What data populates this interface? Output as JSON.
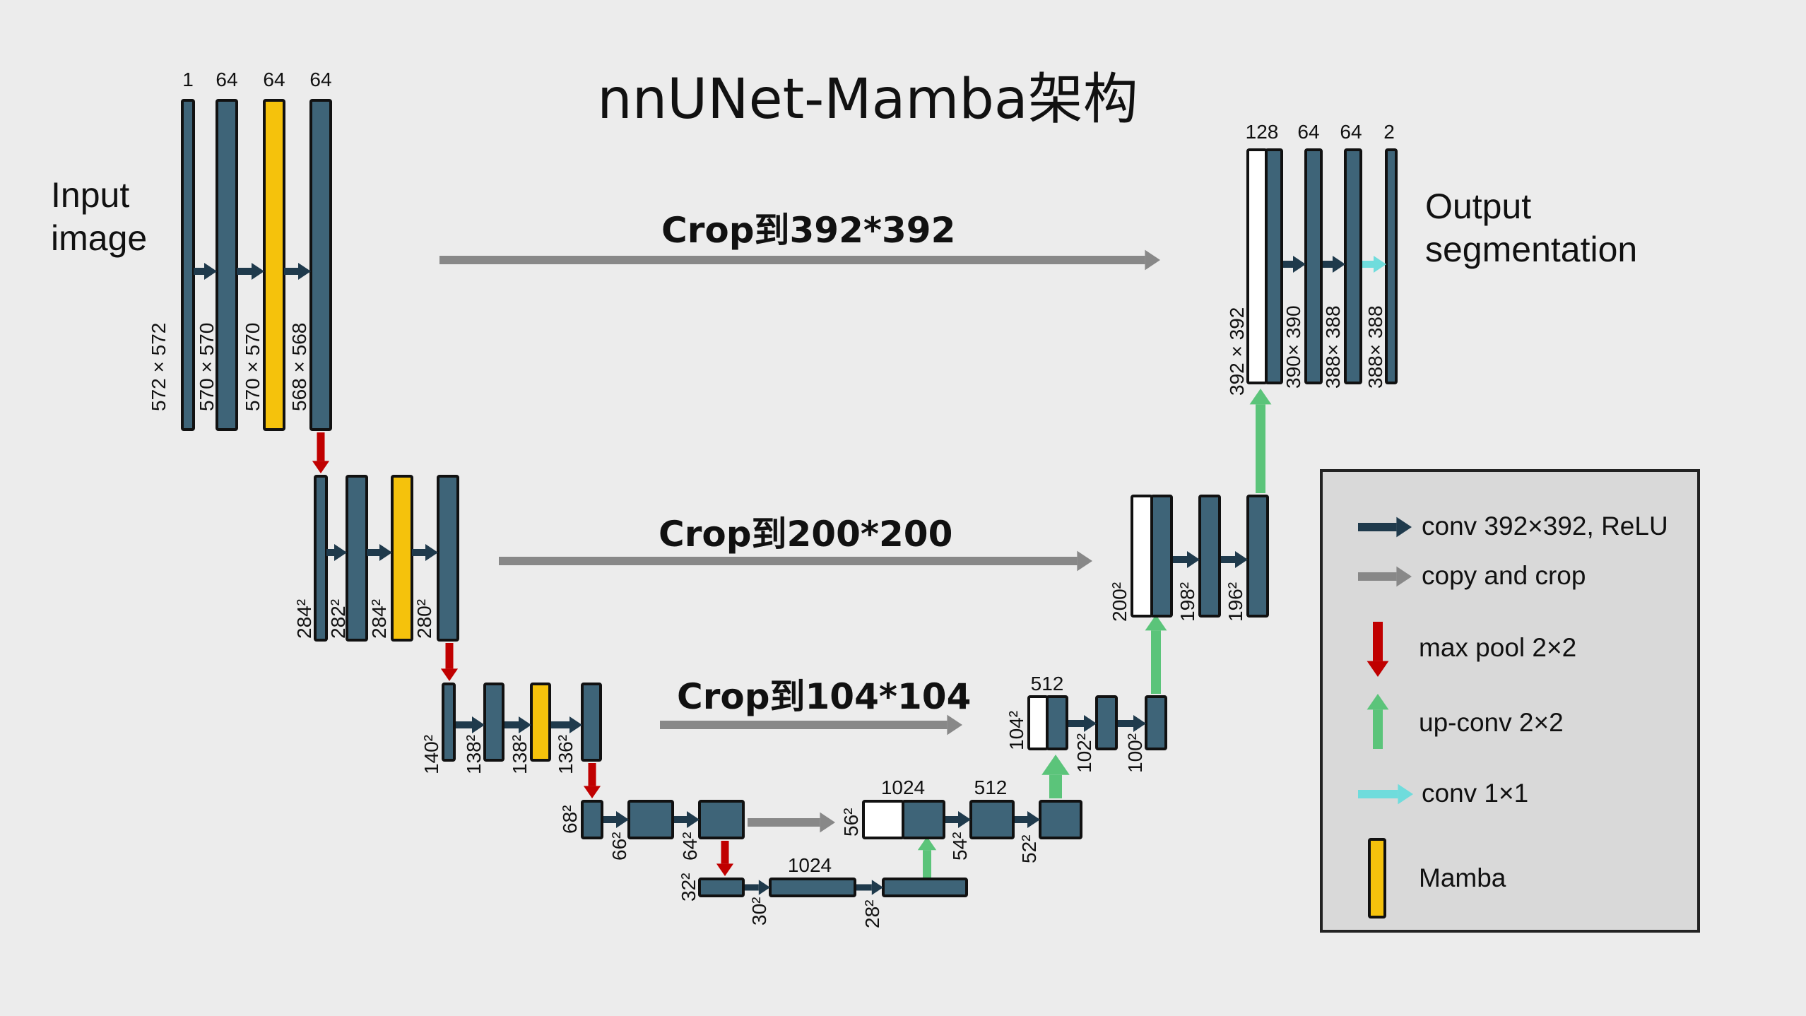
{
  "title": "nnUNet-Mamba架构",
  "input_label": [
    "Input",
    "image"
  ],
  "output_label": [
    "Output",
    "segmentation"
  ],
  "crop_labels": [
    "Crop到392*392",
    "Crop到200*200",
    "Crop到104*104"
  ],
  "colors": {
    "layer": "#3e6478",
    "mamba": "#f5c20c",
    "conv_arrow": "#1f3a4c",
    "copy_arrow": "#888888",
    "pool_arrow": "#c00000",
    "upconv_arrow": "#5bc47a",
    "conv1x1_arrow": "#6fdcdc"
  },
  "legend": {
    "items": [
      {
        "icon": "conv-arrow-icon",
        "label": "conv 392×392, ReLU"
      },
      {
        "icon": "copy-crop-arrow-icon",
        "label": "copy and crop"
      },
      {
        "icon": "max-pool-arrow-icon",
        "label": "max pool 2×2"
      },
      {
        "icon": "up-conv-arrow-icon",
        "label": "up-conv 2×2"
      },
      {
        "icon": "conv-1x1-arrow-icon",
        "label": "conv 1×1"
      },
      {
        "icon": "mamba-block-icon",
        "label": "Mamba"
      }
    ]
  },
  "encoder": {
    "level1": {
      "channels": [
        "1",
        "64",
        "64",
        "64"
      ],
      "sizes": [
        "572 × 572",
        "570 × 570",
        "570 × 570",
        "568 × 568"
      ]
    },
    "level2": {
      "sizes": [
        "284²",
        "282²",
        "284²",
        "280²"
      ]
    },
    "level3": {
      "sizes": [
        "140²",
        "138²",
        "138²",
        "136²"
      ]
    },
    "level4": {
      "sizes": [
        "68²",
        "66²",
        "64²"
      ]
    },
    "bottleneck": {
      "channels": [
        "1024"
      ],
      "sizes": [
        "32²",
        "30²",
        "28²"
      ]
    }
  },
  "decoder": {
    "level4": {
      "channels": [
        "1024",
        "512"
      ],
      "sizes": [
        "56²",
        "54²",
        "52²"
      ]
    },
    "level3": {
      "channels": [
        "512"
      ],
      "sizes": [
        "104²",
        "102²",
        "100²"
      ]
    },
    "level2": {
      "sizes": [
        "200²",
        "198²",
        "196²"
      ]
    },
    "level1": {
      "channels": [
        "128",
        "64",
        "64",
        "2"
      ],
      "sizes": [
        "392 × 392",
        "390× 390",
        "388× 388",
        "388× 388"
      ]
    }
  }
}
